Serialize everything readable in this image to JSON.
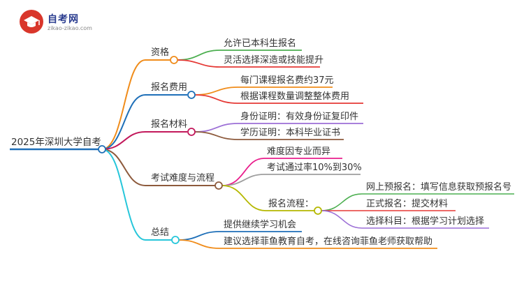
{
  "logo": {
    "title": "自考网",
    "subtitle": "zikao-zikao.com"
  },
  "mindmap": {
    "root": "2025年深圳大学自考",
    "branches": [
      {
        "label": "资格",
        "color": "#f08c1a",
        "children": [
          "允许已本科生报名",
          "灵活选择深造或技能提升"
        ],
        "child_colors": [
          "#4caf50",
          "#e53935"
        ]
      },
      {
        "label": "报名费用",
        "color": "#1e6fb8",
        "children": [
          "每门课程报名费约37元",
          "根据课程数量调整整体费用"
        ],
        "child_colors": [
          "#f08c1a",
          "#e53935"
        ]
      },
      {
        "label": "报名材料",
        "color": "#c2185b",
        "children": [
          "身份证明：有效身份证复印件",
          "学历证明：本科毕业证书"
        ],
        "child_colors": [
          "#9c6fd6",
          "#8d5a3c"
        ]
      },
      {
        "label": "考试难度与流程",
        "color": "#8d5a3c",
        "children": [
          "难度因专业而异",
          "考试通过率10%到30%"
        ],
        "child_colors": [
          "#e91e8c",
          "#9e9e9e"
        ],
        "sub": {
          "label": "报名流程：",
          "color": "#b5b800",
          "children": [
            "网上预报名：填写信息获取预报名号",
            "正式报名：提交材料",
            "选择科目：根据学习计划选择"
          ],
          "child_colors": [
            "#4caf50",
            "#e53935",
            "#9c6fd6"
          ]
        }
      },
      {
        "label": "总结",
        "color": "#26c6da",
        "children": [
          "提供继续学习机会",
          "建议选择菲鱼教育自考，在线咨询菲鱼老师获取帮助"
        ],
        "child_colors": [
          "#1e6fb8",
          "#f08c1a"
        ]
      }
    ],
    "root_color": "#1e6fb8"
  }
}
